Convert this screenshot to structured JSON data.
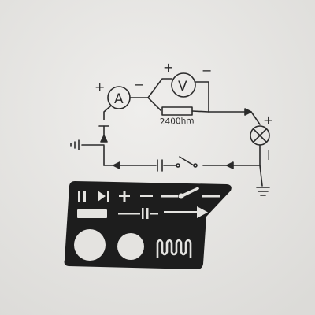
{
  "diagram": {
    "labels": {
      "ammeter": "A",
      "voltmeter": "V",
      "resistor_value": "2400hm",
      "plus": "+",
      "minus": "−"
    }
  },
  "colors": {
    "paper": "#e7e6e4",
    "ink": "#2b2b2b",
    "stencil": "#1d1d1d"
  }
}
